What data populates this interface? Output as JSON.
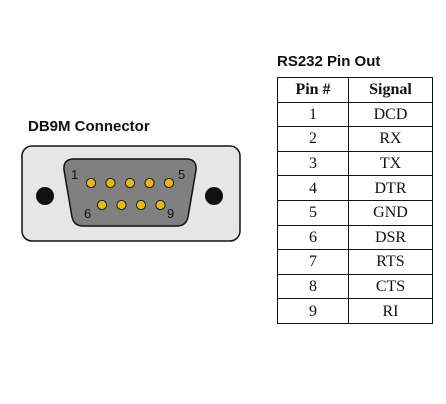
{
  "connector": {
    "title": "DB9M Connector",
    "pin_labels": {
      "top_left": "1",
      "top_right": "5",
      "bottom_left": "6",
      "bottom_right": "9"
    },
    "top_row_pin_count": 5,
    "bottom_row_pin_count": 4
  },
  "pinout": {
    "title": "RS232 Pin Out",
    "headers": {
      "pin": "Pin #",
      "signal": "Signal"
    },
    "rows": [
      {
        "pin": "1",
        "signal": "DCD"
      },
      {
        "pin": "2",
        "signal": "RX"
      },
      {
        "pin": "3",
        "signal": "TX"
      },
      {
        "pin": "4",
        "signal": "DTR"
      },
      {
        "pin": "5",
        "signal": "GND"
      },
      {
        "pin": "6",
        "signal": "DSR"
      },
      {
        "pin": "7",
        "signal": "RTS"
      },
      {
        "pin": "8",
        "signal": "CTS"
      },
      {
        "pin": "9",
        "signal": "RI"
      }
    ]
  },
  "colors": {
    "shell": "#e6e6e6",
    "insert": "#808080",
    "pin": "#e7b818",
    "outline": "#111111"
  }
}
